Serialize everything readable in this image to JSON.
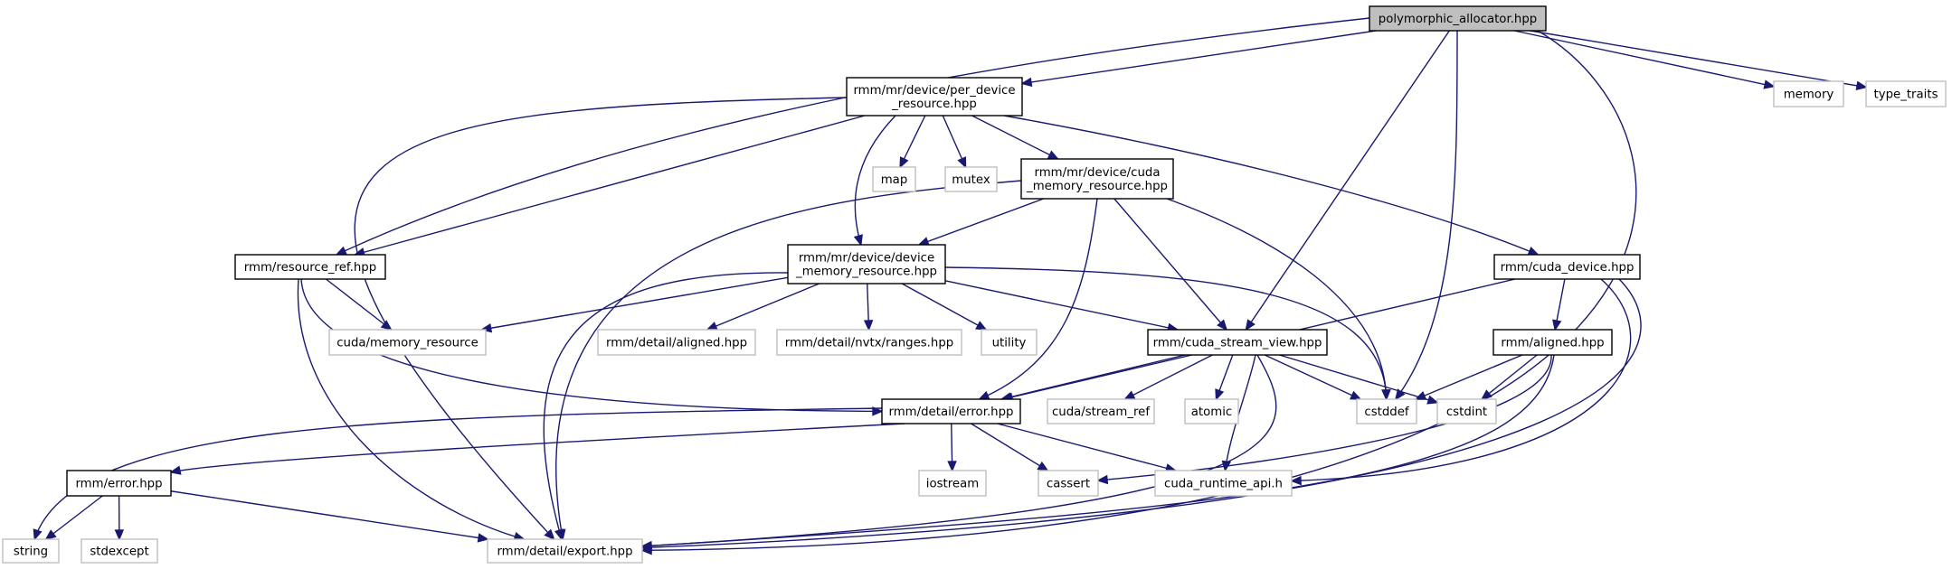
{
  "colors": {
    "edge": "#191970",
    "node_border": "#000000",
    "external_border": "#bfbfbf",
    "root_fill": "#bfbfbf",
    "node_fill": "#ffffff",
    "text": "#000000"
  },
  "nodes": {
    "polymorphic_allocator": {
      "lines": [
        "polymorphic_allocator.hpp"
      ],
      "kind": "root"
    },
    "per_device_resource": {
      "lines": [
        "rmm/mr/device/per_device",
        "_resource.hpp"
      ],
      "kind": "internal"
    },
    "memory": {
      "lines": [
        "memory"
      ],
      "kind": "external"
    },
    "type_traits": {
      "lines": [
        "type_traits"
      ],
      "kind": "external"
    },
    "map": {
      "lines": [
        "map"
      ],
      "kind": "external"
    },
    "mutex": {
      "lines": [
        "mutex"
      ],
      "kind": "external"
    },
    "cuda_memory_resource": {
      "lines": [
        "rmm/mr/device/cuda",
        "_memory_resource.hpp"
      ],
      "kind": "internal"
    },
    "device_memory_resource": {
      "lines": [
        "rmm/mr/device/device",
        "_memory_resource.hpp"
      ],
      "kind": "internal"
    },
    "resource_ref": {
      "lines": [
        "rmm/resource_ref.hpp"
      ],
      "kind": "internal"
    },
    "cuda_device": {
      "lines": [
        "rmm/cuda_device.hpp"
      ],
      "kind": "internal"
    },
    "cuda_memory_resource_ext": {
      "lines": [
        "cuda/memory_resource"
      ],
      "kind": "external"
    },
    "detail_aligned": {
      "lines": [
        "rmm/detail/aligned.hpp"
      ],
      "kind": "external"
    },
    "nvtx_ranges": {
      "lines": [
        "rmm/detail/nvtx/ranges.hpp"
      ],
      "kind": "external"
    },
    "utility": {
      "lines": [
        "utility"
      ],
      "kind": "external"
    },
    "cuda_stream_view": {
      "lines": [
        "rmm/cuda_stream_view.hpp"
      ],
      "kind": "internal"
    },
    "aligned": {
      "lines": [
        "rmm/aligned.hpp"
      ],
      "kind": "internal"
    },
    "detail_error": {
      "lines": [
        "rmm/detail/error.hpp"
      ],
      "kind": "internal"
    },
    "cuda_stream_ref": {
      "lines": [
        "cuda/stream_ref"
      ],
      "kind": "external"
    },
    "atomic": {
      "lines": [
        "atomic"
      ],
      "kind": "external"
    },
    "cstddef": {
      "lines": [
        "cstddef"
      ],
      "kind": "external"
    },
    "cstdint": {
      "lines": [
        "cstdint"
      ],
      "kind": "external"
    },
    "rmm_error": {
      "lines": [
        "rmm/error.hpp"
      ],
      "kind": "internal"
    },
    "iostream": {
      "lines": [
        "iostream"
      ],
      "kind": "external"
    },
    "cassert": {
      "lines": [
        "cassert"
      ],
      "kind": "external"
    },
    "cuda_runtime_api": {
      "lines": [
        "cuda_runtime_api.h"
      ],
      "kind": "external"
    },
    "string": {
      "lines": [
        "string"
      ],
      "kind": "external"
    },
    "stdexcept": {
      "lines": [
        "stdexcept"
      ],
      "kind": "external"
    },
    "export": {
      "lines": [
        "rmm/detail/export.hpp"
      ],
      "kind": "external"
    }
  },
  "edges": [
    [
      "polymorphic_allocator",
      "per_device_resource"
    ],
    [
      "polymorphic_allocator",
      "resource_ref"
    ],
    [
      "polymorphic_allocator",
      "cuda_stream_view"
    ],
    [
      "polymorphic_allocator",
      "cstddef"
    ],
    [
      "polymorphic_allocator",
      "memory"
    ],
    [
      "polymorphic_allocator",
      "type_traits"
    ],
    [
      "polymorphic_allocator",
      "export"
    ],
    [
      "per_device_resource",
      "map"
    ],
    [
      "per_device_resource",
      "mutex"
    ],
    [
      "per_device_resource",
      "cuda_memory_resource"
    ],
    [
      "per_device_resource",
      "device_memory_resource"
    ],
    [
      "per_device_resource",
      "resource_ref"
    ],
    [
      "per_device_resource",
      "cuda_device"
    ],
    [
      "per_device_resource",
      "export"
    ],
    [
      "cuda_memory_resource",
      "device_memory_resource"
    ],
    [
      "cuda_memory_resource",
      "cuda_stream_view"
    ],
    [
      "cuda_memory_resource",
      "detail_error"
    ],
    [
      "cuda_memory_resource",
      "cstddef"
    ],
    [
      "cuda_memory_resource",
      "export"
    ],
    [
      "device_memory_resource",
      "cuda_memory_resource_ext"
    ],
    [
      "device_memory_resource",
      "detail_aligned"
    ],
    [
      "device_memory_resource",
      "nvtx_ranges"
    ],
    [
      "device_memory_resource",
      "utility"
    ],
    [
      "device_memory_resource",
      "cuda_stream_view"
    ],
    [
      "device_memory_resource",
      "cstddef"
    ],
    [
      "device_memory_resource",
      "export"
    ],
    [
      "resource_ref",
      "cuda_memory_resource_ext"
    ],
    [
      "resource_ref",
      "detail_error"
    ],
    [
      "resource_ref",
      "export"
    ],
    [
      "cuda_device",
      "aligned"
    ],
    [
      "cuda_device",
      "detail_error"
    ],
    [
      "cuda_device",
      "cuda_runtime_api"
    ],
    [
      "cuda_device",
      "export"
    ],
    [
      "cuda_stream_view",
      "detail_error"
    ],
    [
      "cuda_stream_view",
      "cuda_stream_ref"
    ],
    [
      "cuda_stream_view",
      "atomic"
    ],
    [
      "cuda_stream_view",
      "cstddef"
    ],
    [
      "cuda_stream_view",
      "cstdint"
    ],
    [
      "cuda_stream_view",
      "cuda_runtime_api"
    ],
    [
      "cuda_stream_view",
      "export"
    ],
    [
      "aligned",
      "cstddef"
    ],
    [
      "aligned",
      "cstdint"
    ],
    [
      "aligned",
      "cassert"
    ],
    [
      "aligned",
      "export"
    ],
    [
      "detail_error",
      "rmm_error"
    ],
    [
      "detail_error",
      "iostream"
    ],
    [
      "detail_error",
      "cassert"
    ],
    [
      "detail_error",
      "cuda_runtime_api"
    ],
    [
      "detail_error",
      "string"
    ],
    [
      "rmm_error",
      "string"
    ],
    [
      "rmm_error",
      "stdexcept"
    ],
    [
      "rmm_error",
      "export"
    ]
  ]
}
